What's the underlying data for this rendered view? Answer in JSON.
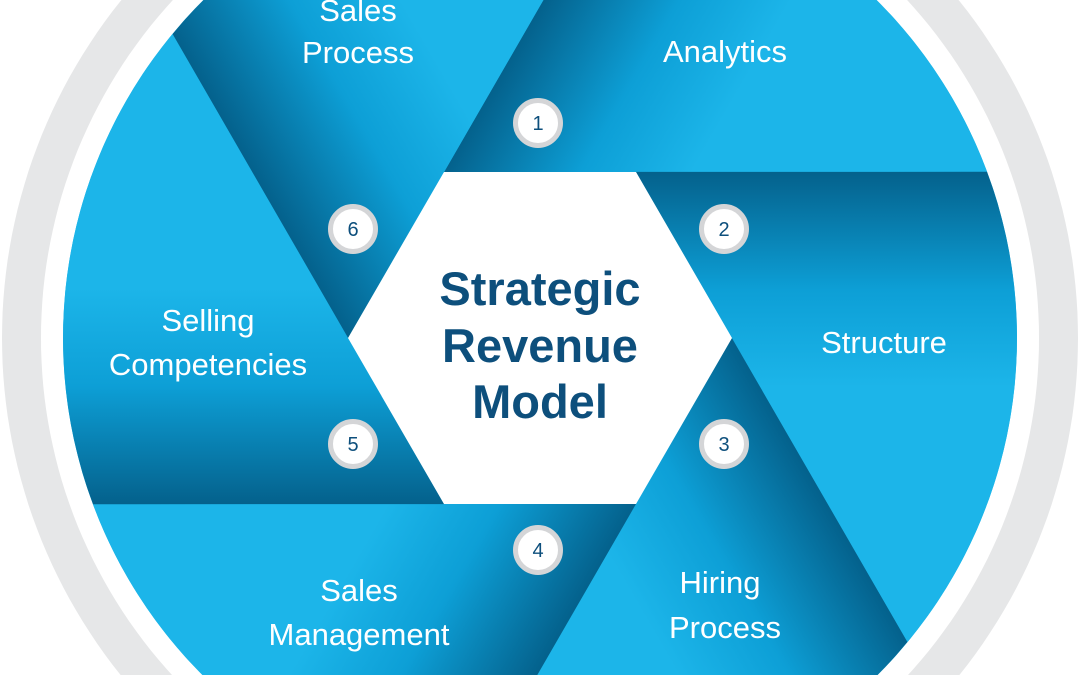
{
  "center_title": [
    "Strategic",
    "Revenue",
    "Model"
  ],
  "segments": [
    {
      "number": "1",
      "label": [
        "Analytics"
      ]
    },
    {
      "number": "2",
      "label": [
        "Structure"
      ]
    },
    {
      "number": "3",
      "label": [
        "Hiring",
        "Process"
      ]
    },
    {
      "number": "4",
      "label": [
        "Sales",
        "Management"
      ]
    },
    {
      "number": "5",
      "label": [
        "Selling",
        "Competencies"
      ]
    },
    {
      "number": "6",
      "label": [
        "Sales",
        "Process"
      ]
    }
  ],
  "colors": {
    "blue": "#1cb5e9",
    "dark_blue": "#04618c",
    "navy_text": "#0d4f7c",
    "ring": "#e6e7e8"
  }
}
